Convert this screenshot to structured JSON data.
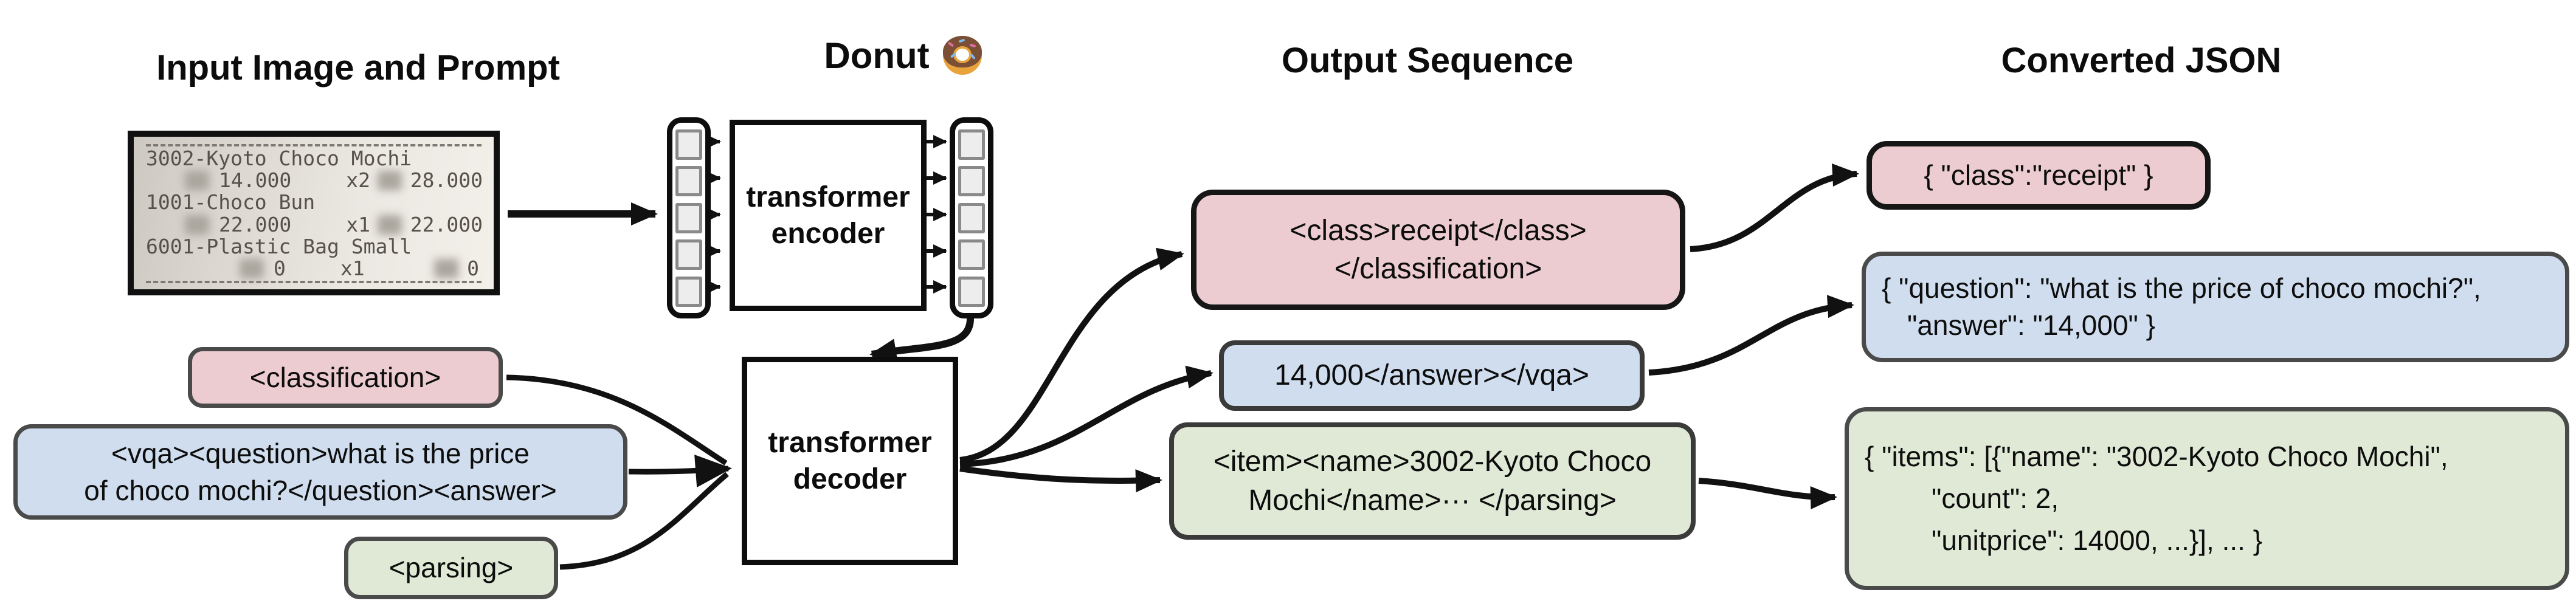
{
  "diagram": {
    "section_titles": {
      "input": "Input Image and Prompt",
      "model": "Donut",
      "model_emoji": "🍩",
      "output": "Output Sequence",
      "json": "Converted JSON"
    },
    "receipt": {
      "items": [
        {
          "name": "3002-Kyoto Choco Mochi",
          "unitprice": "14.000",
          "qty": "x2",
          "total": "28.000"
        },
        {
          "name": "1001-Choco Bun",
          "unitprice": "22.000",
          "qty": "x1",
          "total": "22.000"
        },
        {
          "name": "6001-Plastic Bag Small",
          "unitprice": "0",
          "qty": "x1",
          "total": "0"
        }
      ]
    },
    "encoder": {
      "line1": "transformer",
      "line2": "encoder"
    },
    "decoder": {
      "line1": "transformer",
      "line2": "decoder"
    },
    "prompts": {
      "classification": "<classification>",
      "vqa_line1": "<vqa><question>what is the price",
      "vqa_line2": "of choco mochi?</question><answer>",
      "parsing": "<parsing>"
    },
    "outputs": {
      "classification_line1": "<class>receipt</class>",
      "classification_line2": "</classification>",
      "vqa": "14,000</answer></vqa>",
      "parsing_line1": "<item><name>3002-Kyoto Choco",
      "parsing_line2": "Mochi</name>··· </parsing>"
    },
    "converted_json": {
      "classification": "{ \"class\":\"receipt\" }",
      "vqa_line1": "{ \"question\": \"what is the price of choco mochi?\",",
      "vqa_line2": "\"answer\": \"14,000\" }",
      "parsing_line1": "{ \"items\": [{\"name\": \"3002-Kyoto Choco Mochi\",",
      "parsing_line2": "\"count\": 2,",
      "parsing_line3": "\"unitprice\": 14000, ...}], ... }"
    },
    "colors": {
      "classification_fill": "#ecccd1",
      "vqa_fill": "#cfddee",
      "parsing_fill": "#e0e9d6",
      "arrow": "#111111"
    }
  }
}
